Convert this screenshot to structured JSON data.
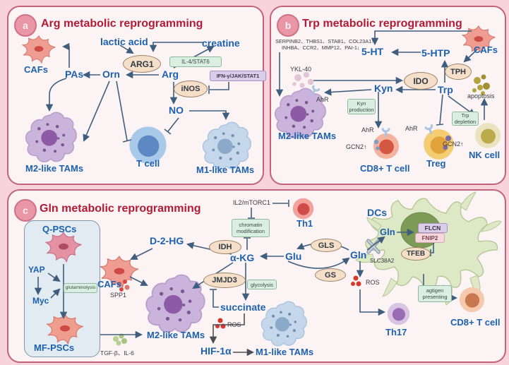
{
  "colors": {
    "background": "#f8d3dc",
    "panel_background": "#fcf3f5",
    "panel_border": "#c2637a",
    "title_text": "#b01c35",
    "node_text_blue": "#1c61ae",
    "arrow": "#3f5e7e",
    "enzyme_oval_fill": "#f5dfc9",
    "pathway_box_green": "#daeee1",
    "pathway_box_purple": "#d9cde9"
  },
  "panel_a": {
    "badge": "a",
    "title": "Arg metabolic reprogramming",
    "lactic_acid": "lactic acid",
    "creatine": "creatine",
    "cafs": "CAFs",
    "arg1": "ARG1",
    "il4_stat6": "IL-4/STAT6",
    "pas": "PAs",
    "orn": "Orn",
    "arg": "Arg",
    "ifn_jak_stat1": "IFN-γ/JAK/STAT1",
    "inos": "iNOS",
    "no": "NO",
    "m2_tams": "M2-like TAMs",
    "t_cell": "T cell",
    "m1_tams": "M1-like TAMs"
  },
  "panel_b": {
    "badge": "b",
    "title": "Trp metabolic reprogramming",
    "genes_up": "SERPINB2、THBS1、STAB1、COL23A1↑",
    "genes_down": "INHBA、CCR2、MMP12、PAI-1↓",
    "five_ht": "5-HT",
    "five_htp": "5-HTP",
    "cafs": "CAFs",
    "tph": "TPH",
    "ykl40": "YKL-40",
    "ido": "IDO",
    "kyn": "Kyn",
    "trp": "Trp",
    "ahr_m2": "AhR",
    "m2_tams": "M2-like TAMs",
    "kyn_production": "Kyn production",
    "ahr_cd8": "AhR",
    "gcn2_cd8": "GCN2↑",
    "cd8_t_cell": "CD8+ T cell",
    "ahr_treg": "AhR",
    "gcn2_treg": "GCN2↑",
    "treg": "Treg",
    "trp_depletion": "Trp depletion",
    "apoptosis": "apoptosis",
    "nk_cell": "NK cell"
  },
  "panel_c": {
    "badge": "c",
    "title": "Gln metabolic reprogramming",
    "q_pscs": "Q-PSCs",
    "yap": "YAP",
    "myc": "Myc",
    "glutaminolysis": "glutaminolysis",
    "mf_pscs": "MF-PSCs",
    "d2hg": "D-2-HG",
    "idh": "IDH",
    "cafs": "CAFs",
    "spp1": "SPP1",
    "m2_tams": "M2-like TAMs",
    "tgfb_il6": "TGF-β、IL-6",
    "il2_mtorc1": "IL2/mTORC1",
    "chromatin_modification": "chromatin modification",
    "th1": "Th1",
    "akg": "α-KG",
    "jmjd3": "JMJD3",
    "glycolysis": "glycolysis",
    "succinate": "succinate",
    "ros_succinate": "ROS",
    "hif1a": "HIF-1α",
    "m1_tams": "M1-like TAMs",
    "gls": "GLS",
    "gs": "GS",
    "glu": "Glu",
    "gln": "Gln",
    "slc38a2": "SLC38A2",
    "dcs": "DCs",
    "gln_dc": "Gln",
    "flcn": "FLCN",
    "fnip2": "FNIP2",
    "tfeb": "TFEB",
    "ros_gln": "ROS",
    "th17": "Th17",
    "antigen_presenting": "agtigen presenting",
    "cd8_t_cell": "CD8+ T cell"
  }
}
